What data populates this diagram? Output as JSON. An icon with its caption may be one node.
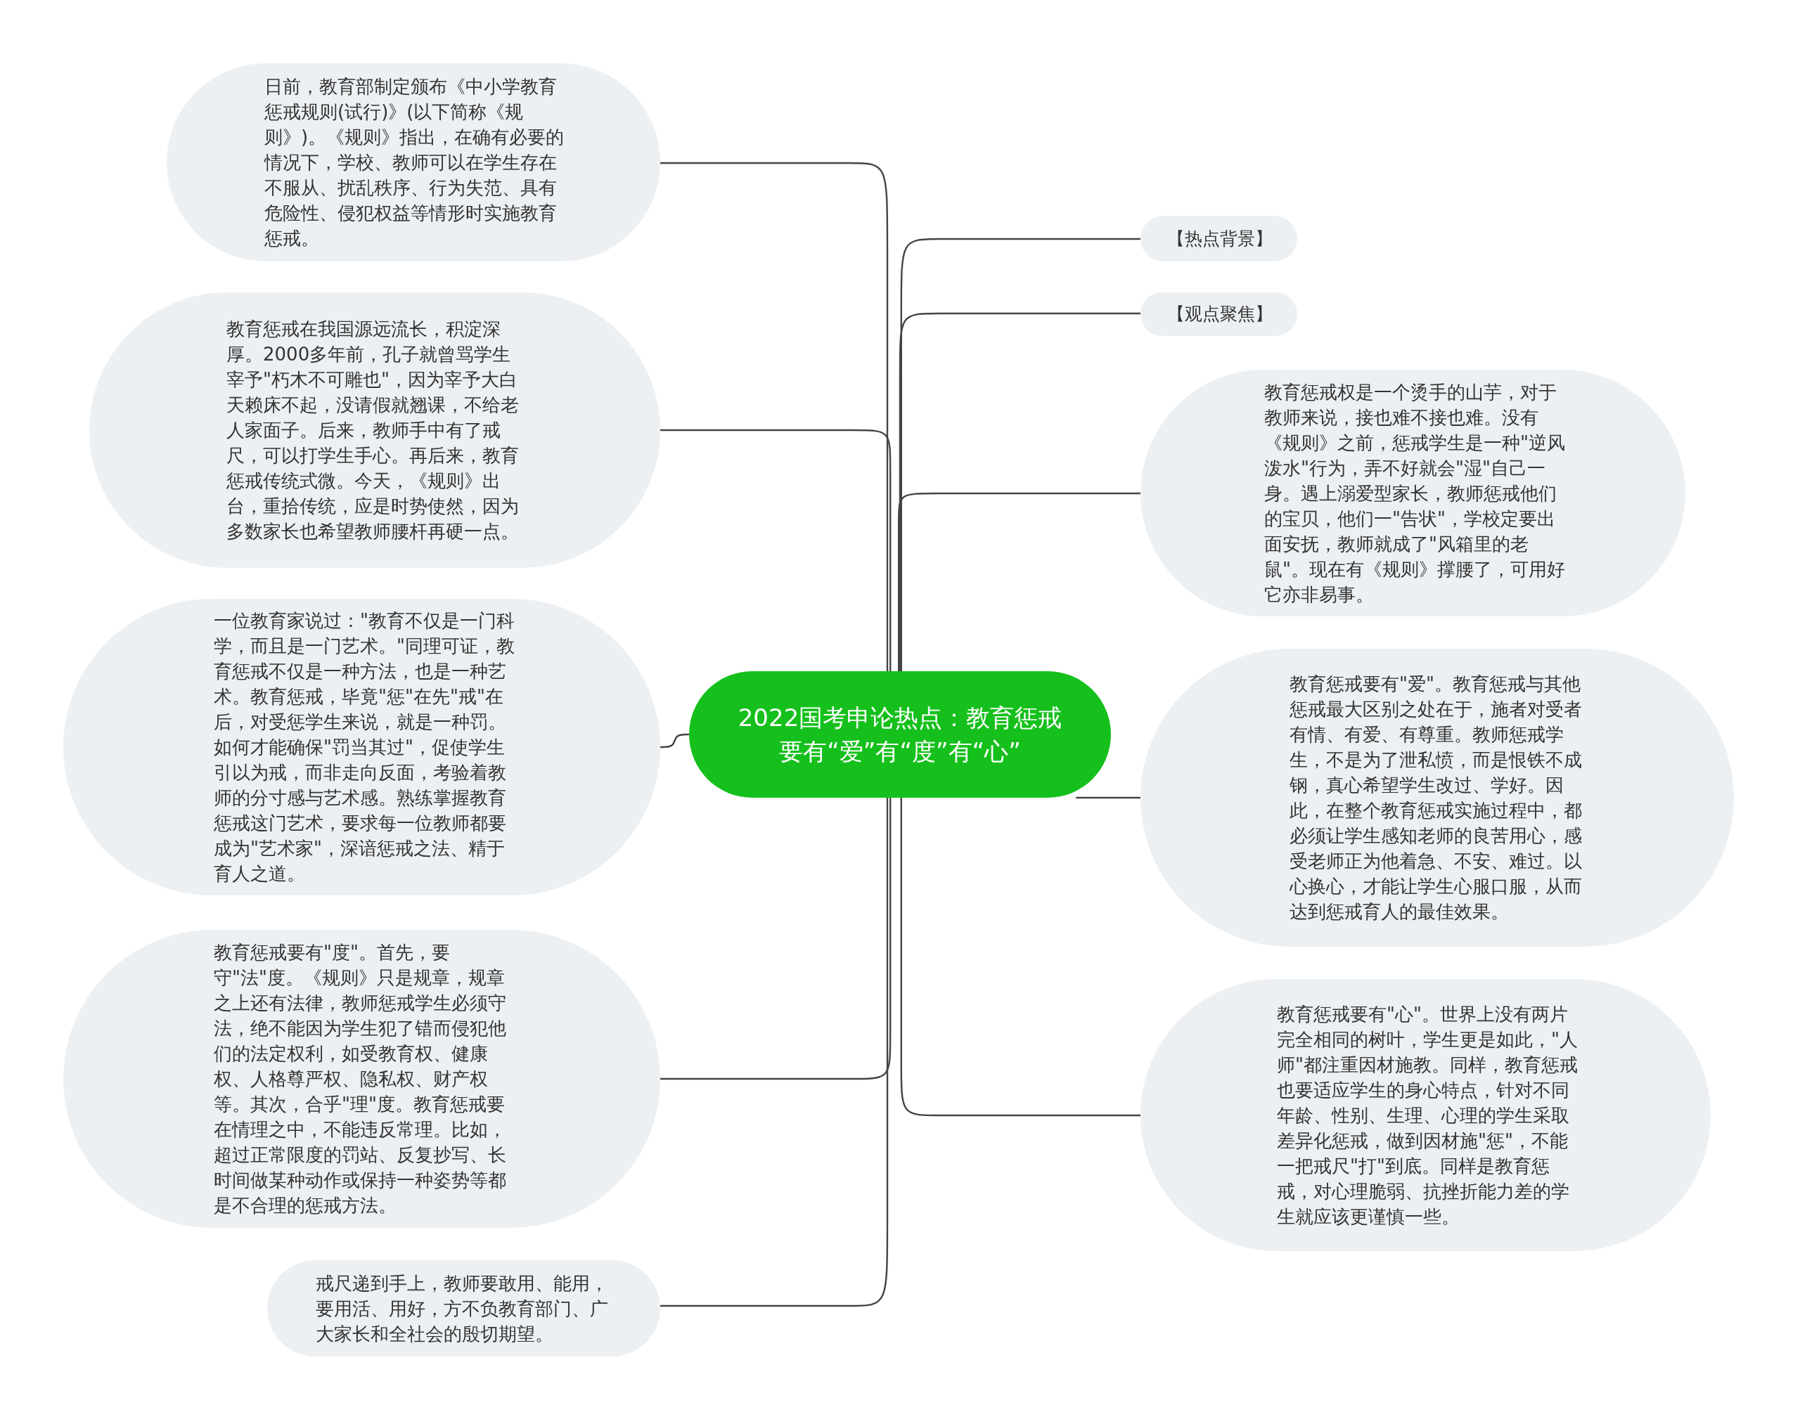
{
  "diagram": {
    "nodes": [
      {
        "text": [
          "2022国考申论热点：教育惩戒要有“爱”有“度”有“心”"
        ]
      },
      {
        "text": [
          "日前，教育部制定颁布《中小学教育惩戒规则(试行)》(以下简称《规则》)。《规则》指出，在确有必要的情况下，学校、教师可以在学生存在不服从、扰乱秩序、行为失范、具有危险性、侵犯权益等情形时实施教育惩戒。"
        ]
      },
      {
        "text": [
          "教育惩戒在我国源远流长，积淀深厚。2000多年前，孔子就曾骂学生宰予\"朽木不可雕也\"，因为宰予大白天赖床不起，没请假就翘课，不给老人家面子。后来，教师手中有了戒尺，可以打学生手心。再后来，教育惩戒传统式微。今天，《规则》出台，重拾传统，应是时势使然，因为多数家长也希望教师腰杆再硬一点。"
        ]
      },
      {
        "text": [
          "一位教育家说过：\"教育不仅是一门科学，而且是一门艺术。\"同理可证，教育惩戒不仅是一种方法，也是一种艺术。教育惩戒，毕竟\"惩\"在先\"戒\"在后，对受惩学生来说，就是一种罚。如何才能确保\"罚当其过\"，促使学生引以为戒，而非走向反面，考验着教师的分寸感与艺术感。熟练掌握教育惩戒这门艺术，要求每一位教师都要成为\"艺术家\"，深谙惩戒之法、精于育人之道。"
        ]
      },
      {
        "text": [
          "教育惩戒要有\"度\"。首先，要守\"法\"度。《规则》只是规章，规章之上还有法律，教师惩戒学生必须守法，绝不能因为学生犯了错而侵犯他们的法定权利，如受教育权、健康权、人格尊严权、隐私权、财产权等。其次，合乎\"理\"度。教育惩戒要在情理之中，不能违反常理。比如，超过正常限度的罚站、反复抄写、长时间做某种动作或保持一种姿势等都是不合理的惩戒方法。"
        ]
      },
      {
        "text": [
          "戒尺递到手上，教师要敢用、能用，要用活、用好，方不负教育部门、广大家长和全社会的殷切期望。"
        ]
      },
      {
        "text": [
          "【热点背景】"
        ]
      },
      {
        "text": [
          "【观点聚焦】"
        ]
      },
      {
        "text": [
          "教育惩戒权是一个烫手的山芋，对于教师来说，接也难不接也难。没有《规则》之前，惩戒学生是一种\"逆风泼水\"行为，弄不好就会\"湿\"自己一身。遇上溺爱型家长，教师惩戒他们的宝贝，他们一\"告状\"，学校定要出面安抚，教师就成了\"风箱里的老鼠\"。现在有《规则》撑腰了，可用好它亦非易事。"
        ]
      },
      {
        "text": [
          "教育惩戒要有\"爱\"。教育惩戒与其他惩戒最大区别之处在于，施者对受者有情、有爱、有尊重。教师惩戒学生，不是为了泄私愤，而是恨铁不成钢，真心希望学生改过、学好。因此，在整个教育惩戒实施过程中，都必须让学生感知老师的良苦用心，感受老师正为他着急、不安、难过。以心换心，才能让学生心服口服，从而达到惩戒育人的最佳效果。"
        ]
      },
      {
        "text": [
          "教育惩戒要有\"心\"。世界上没有两片完全相同的树叶，学生更是如此，\"人师\"都注重因材施教。同样，教育惩戒也要适应学生的身心特点，针对不同年龄、性别、生理、心理的学生采取差异化惩戒，做到因材施\"惩\"，不能一把戒尺\"打\"到底。同样是教育惩戒，对心理脆弱、抗挫折能力差的学生就应该更谨慎一些。"
        ]
      }
    ],
    "edges": [
      {
        "from": 0,
        "to": 1,
        "arrow": "none"
      },
      {
        "from": 0,
        "to": 2,
        "arrow": "none"
      },
      {
        "from": 0,
        "to": 3,
        "arrow": "none"
      },
      {
        "from": 0,
        "to": 4,
        "arrow": "none"
      },
      {
        "from": 0,
        "to": 5,
        "arrow": "none"
      },
      {
        "from": 0,
        "to": 6,
        "arrow": "none"
      },
      {
        "from": 0,
        "to": 7,
        "arrow": "none"
      },
      {
        "from": 0,
        "to": 8,
        "arrow": "none"
      },
      {
        "from": 0,
        "to": 9,
        "arrow": "none"
      },
      {
        "from": 0,
        "to": 10,
        "arrow": "none"
      }
    ]
  }
}
